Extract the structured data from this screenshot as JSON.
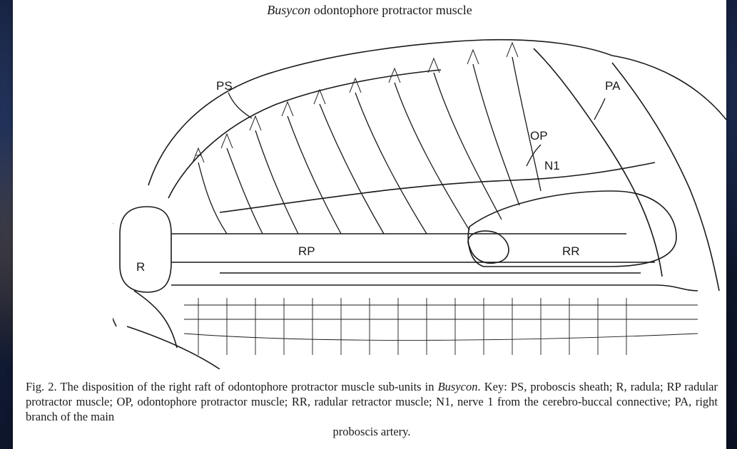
{
  "title": {
    "genus": "Busycon",
    "rest": "odontophore protractor muscle"
  },
  "figure_labels": {
    "ps": "PS",
    "pa": "PA",
    "op": "OP",
    "n1": "N1",
    "r": "R",
    "rp": "RP",
    "rr": "RR"
  },
  "caption": {
    "part1": "Fig. 2. The disposition of the right raft of odontophore protractor muscle sub-units in ",
    "genus": "Busycon",
    "part2": ". Key: PS, proboscis sheath; R, radula; RP radular protractor muscle; OP, odontophore protractor muscle; RR, radular retractor muscle; N1, nerve 1 from the cerebro-buccal connective; PA, right branch of the main",
    "last_line": "proboscis artery."
  },
  "colors": {
    "ink": "#1a1a1a",
    "background": "#121c36",
    "paper": "#ffffff"
  }
}
